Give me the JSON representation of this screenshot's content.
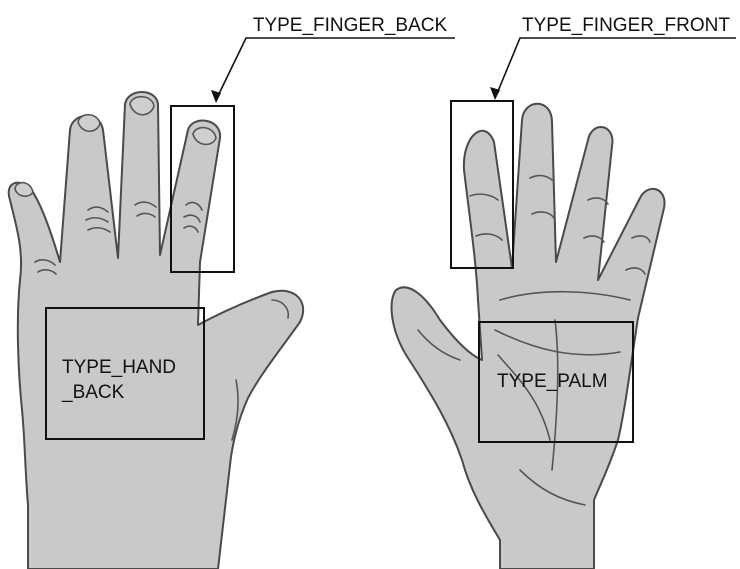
{
  "labels": {
    "finger_back": "TYPE_FINGER_BACK",
    "finger_front": "TYPE_FINGER_FRONT",
    "hand_back_line1": "TYPE_HAND",
    "hand_back_line2": "_BACK",
    "palm": "TYPE_PALM"
  }
}
